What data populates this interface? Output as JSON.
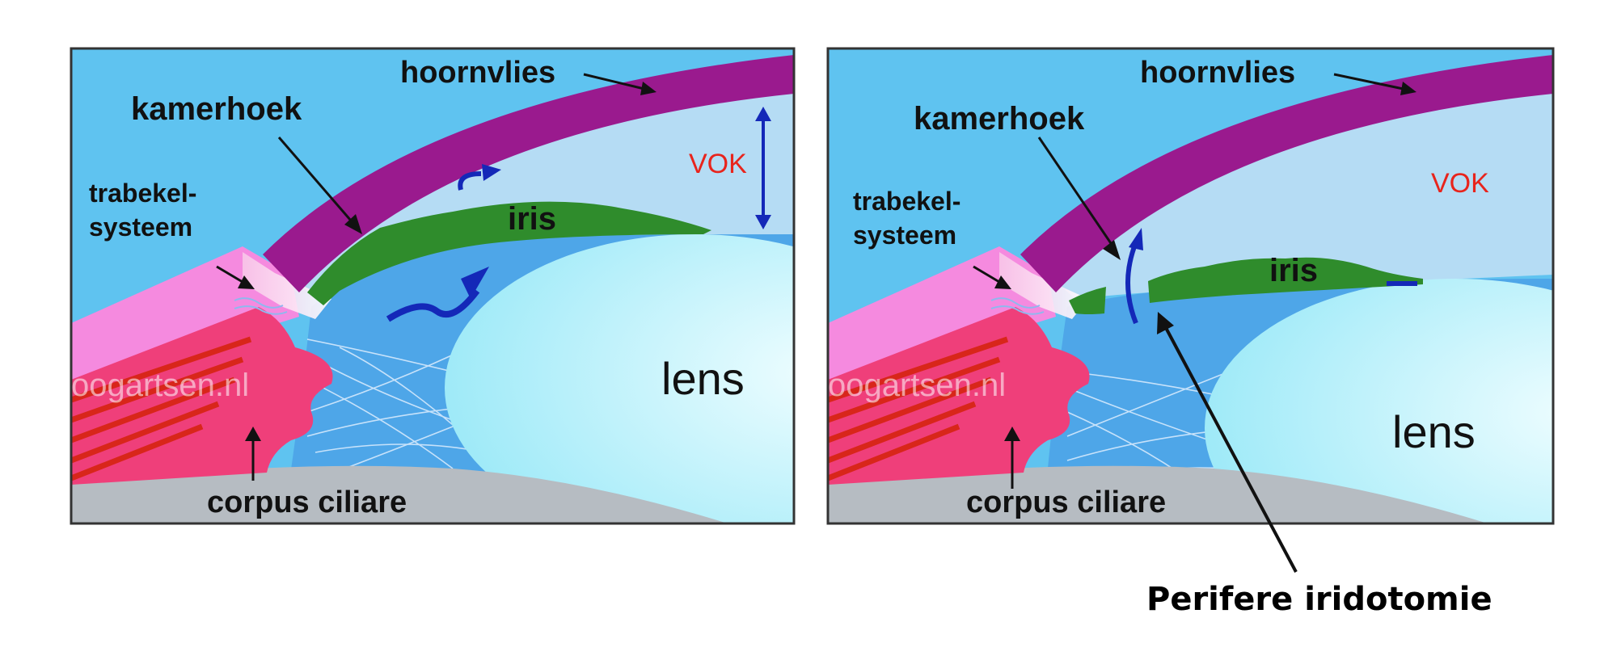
{
  "left_panel": {
    "labels": {
      "cornea": "hoornvlies",
      "angle": "kamerhoek",
      "trabecular_1": "trabekel-",
      "trabecular_2": "systeem",
      "anterior_chamber": "VOK",
      "iris": "iris",
      "lens": "lens",
      "ciliary_body": "corpus ciliare",
      "watermark": "oogartsen.nl"
    }
  },
  "right_panel": {
    "labels": {
      "cornea": "hoornvlies",
      "angle": "kamerhoek",
      "trabecular_1": "trabekel-",
      "trabecular_2": "systeem",
      "anterior_chamber": "VOK",
      "iris": "iris",
      "lens": "lens",
      "ciliary_body": "corpus ciliare",
      "watermark": "oogartsen.nl"
    },
    "caption": "Perifere iridotomie"
  },
  "colors": {
    "background_blue": "#5fc3f0",
    "anterior_chamber": "#b5dcf4",
    "cornea": "#9a1a8e",
    "iris": "#2f8c2c",
    "sclera_pink": "#f58adf",
    "ciliary_body": "#ef3f7a",
    "muscle_red": "#e3331c",
    "posterior_chamber": "#4ea6e8",
    "lens": "#c8f4fb",
    "bottom_gray": "#b6bcc2",
    "arrow_blue": "#1428b8",
    "vok_red": "#e8241c"
  }
}
